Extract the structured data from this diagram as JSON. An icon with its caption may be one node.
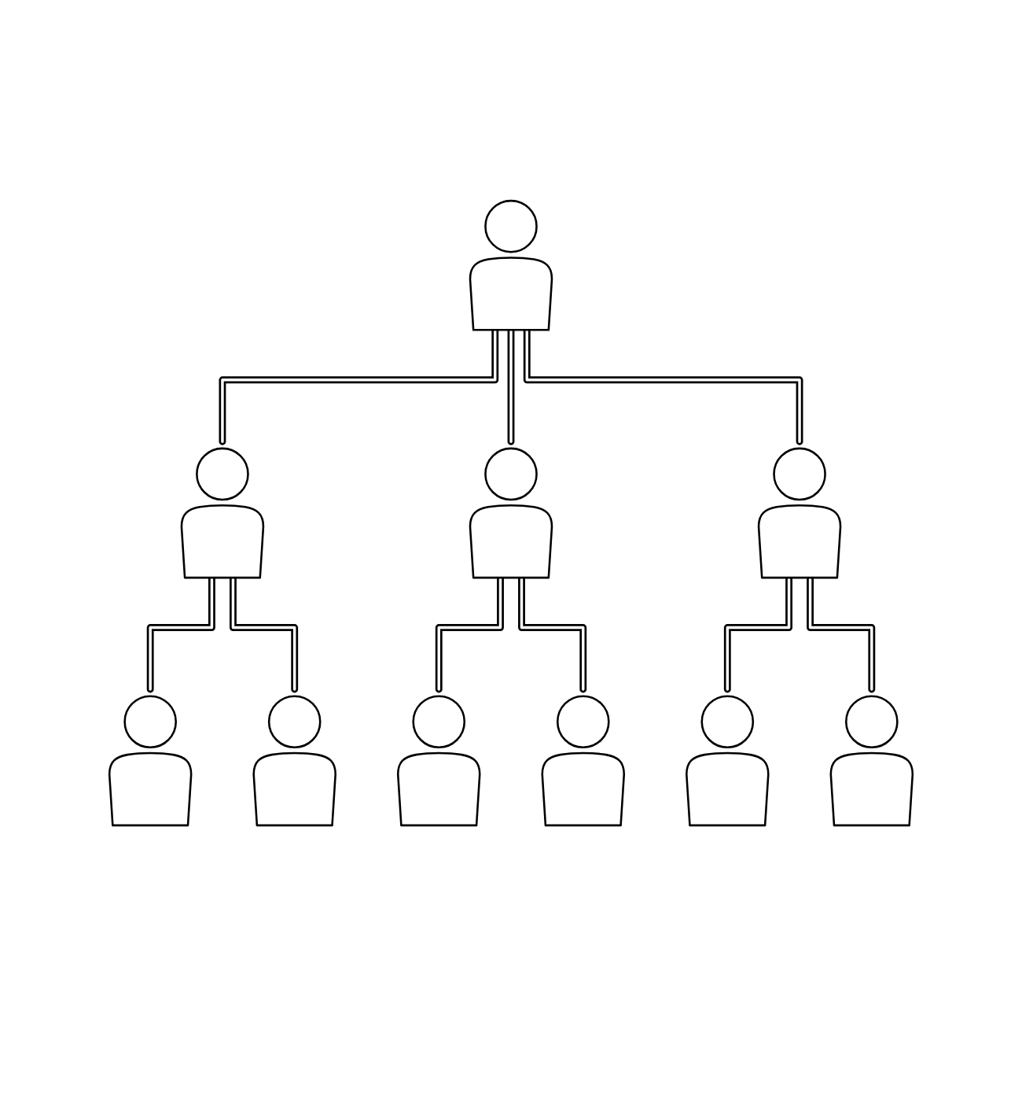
{
  "diagram": {
    "nodes": [
      {
        "text": [],
        "shape": "person"
      },
      {
        "text": [],
        "shape": "person"
      },
      {
        "text": [],
        "shape": "person"
      },
      {
        "text": [],
        "shape": "person"
      },
      {
        "text": [],
        "shape": "person"
      },
      {
        "text": [],
        "shape": "person"
      },
      {
        "text": [],
        "shape": "person"
      },
      {
        "text": [],
        "shape": "person"
      },
      {
        "text": [],
        "shape": "person"
      },
      {
        "text": [],
        "shape": "person"
      }
    ],
    "edges": [
      {
        "from": 0,
        "to": 1,
        "arrow": "none"
      },
      {
        "from": 0,
        "to": 2,
        "arrow": "none"
      },
      {
        "from": 0,
        "to": 3,
        "arrow": "none"
      },
      {
        "from": 1,
        "to": 4,
        "arrow": "none"
      },
      {
        "from": 1,
        "to": 5,
        "arrow": "none"
      },
      {
        "from": 2,
        "to": 6,
        "arrow": "none"
      },
      {
        "from": 2,
        "to": 7,
        "arrow": "none"
      },
      {
        "from": 3,
        "to": 8,
        "arrow": "none"
      },
      {
        "from": 3,
        "to": 9,
        "arrow": "none"
      }
    ]
  }
}
